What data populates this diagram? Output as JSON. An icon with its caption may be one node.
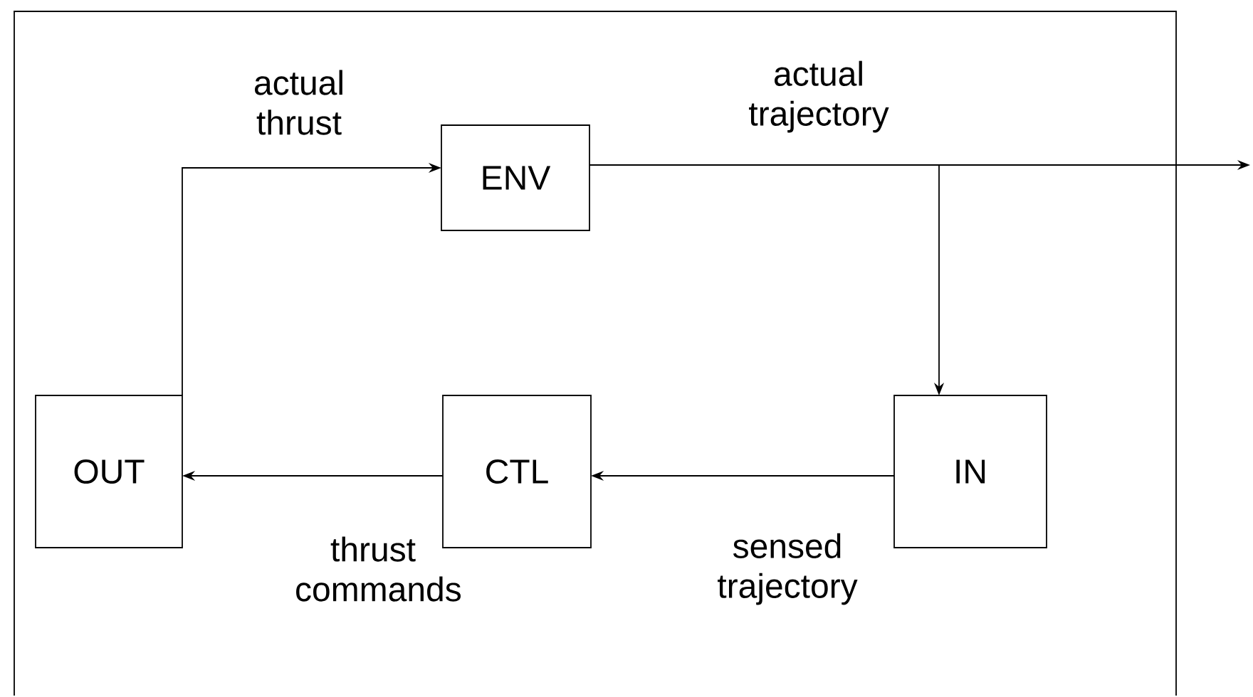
{
  "diagram": {
    "nodes": [
      {
        "text": [],
        "shape": "box"
      },
      {
        "text": [
          "ENV"
        ],
        "in": 0
      },
      {
        "text": [
          "OUT"
        ],
        "in": 0
      },
      {
        "text": [
          "CTL"
        ],
        "in": 0
      },
      {
        "text": [
          "IN"
        ],
        "in": 0
      }
    ],
    "edges": [
      {
        "from": 2,
        "to": 1,
        "arrow": "to",
        "label": "actual thrust"
      },
      {
        "from": 1,
        "to": null,
        "arrow": "to",
        "label": "actual trajectory"
      },
      {
        "from": 1,
        "to": 4,
        "arrow": "to"
      },
      {
        "from": 4,
        "to": 3,
        "arrow": "to",
        "label": "sensed trajectory"
      },
      {
        "from": 3,
        "to": 2,
        "arrow": "to",
        "label": "thrust commands"
      }
    ]
  }
}
